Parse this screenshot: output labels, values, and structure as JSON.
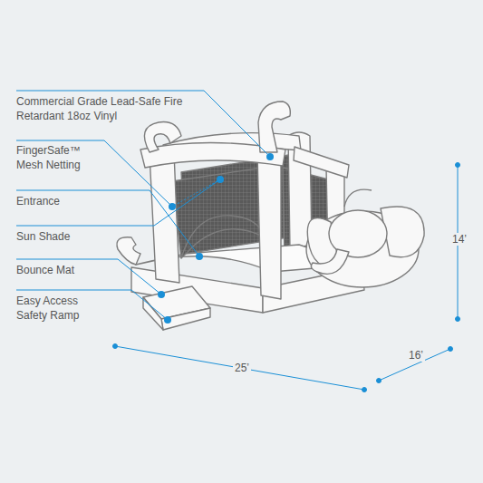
{
  "diagram": {
    "labels": [
      "Commercial Grade Lead-Safe Fire Retardant 18oz Vinyl",
      "FingerSafe™ Mesh Netting",
      "Entrance",
      "Sun Shade",
      "Bounce Mat",
      "Easy Access Safety Ramp",
      "25’",
      "16’",
      "14’"
    ]
  }
}
